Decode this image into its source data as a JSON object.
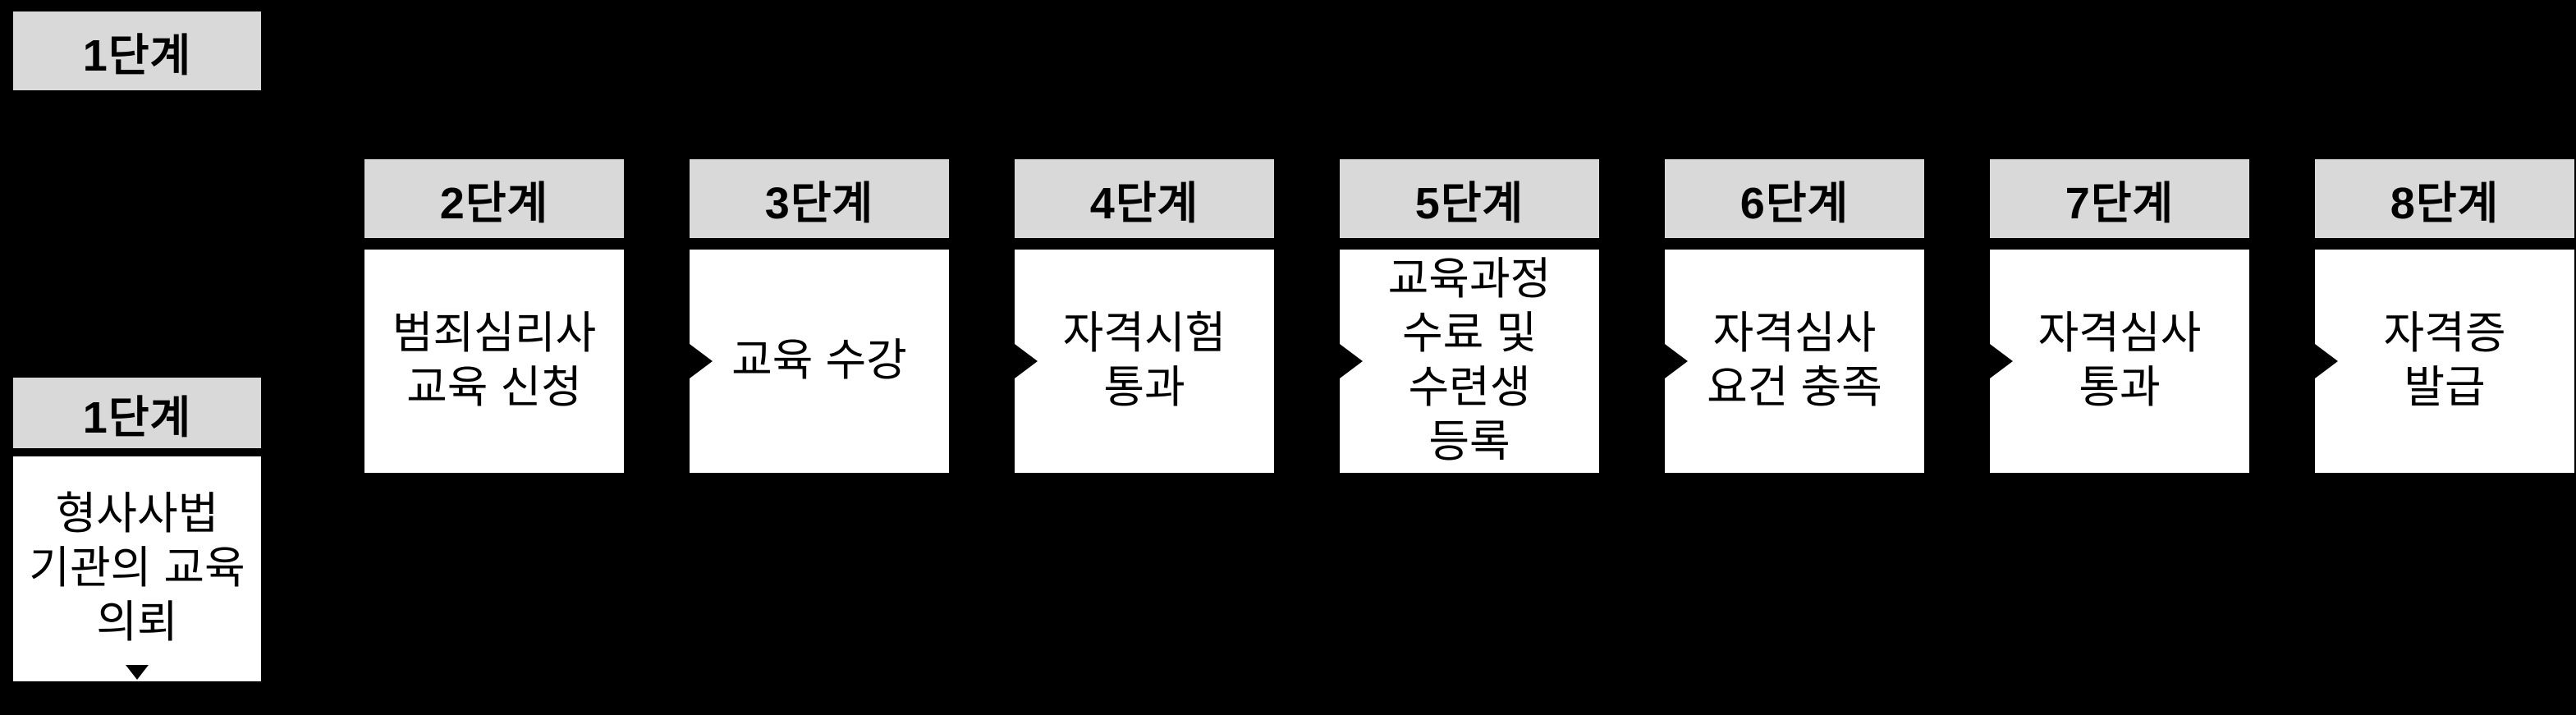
{
  "colors": {
    "background": "#000000",
    "header_bg": "#d9d9d9",
    "box_bg": "#ffffff",
    "text": "#000000"
  },
  "top_header": {
    "label": "1단계"
  },
  "step1": {
    "label": "1단계",
    "content": "형사사법\n기관의 교육\n의뢰"
  },
  "steps": [
    {
      "label": "2단계",
      "content": "범죄심리사\n교육 신청"
    },
    {
      "label": "3단계",
      "content": "교육 수강"
    },
    {
      "label": "4단계",
      "content": "자격시험\n통과"
    },
    {
      "label": "5단계",
      "content": "교육과정\n수료 및\n수련생\n등록"
    },
    {
      "label": "6단계",
      "content": "자격심사\n요건 충족"
    },
    {
      "label": "7단계",
      "content": "자격심사\n통과"
    },
    {
      "label": "8단계",
      "content": "자격증\n발급"
    }
  ]
}
